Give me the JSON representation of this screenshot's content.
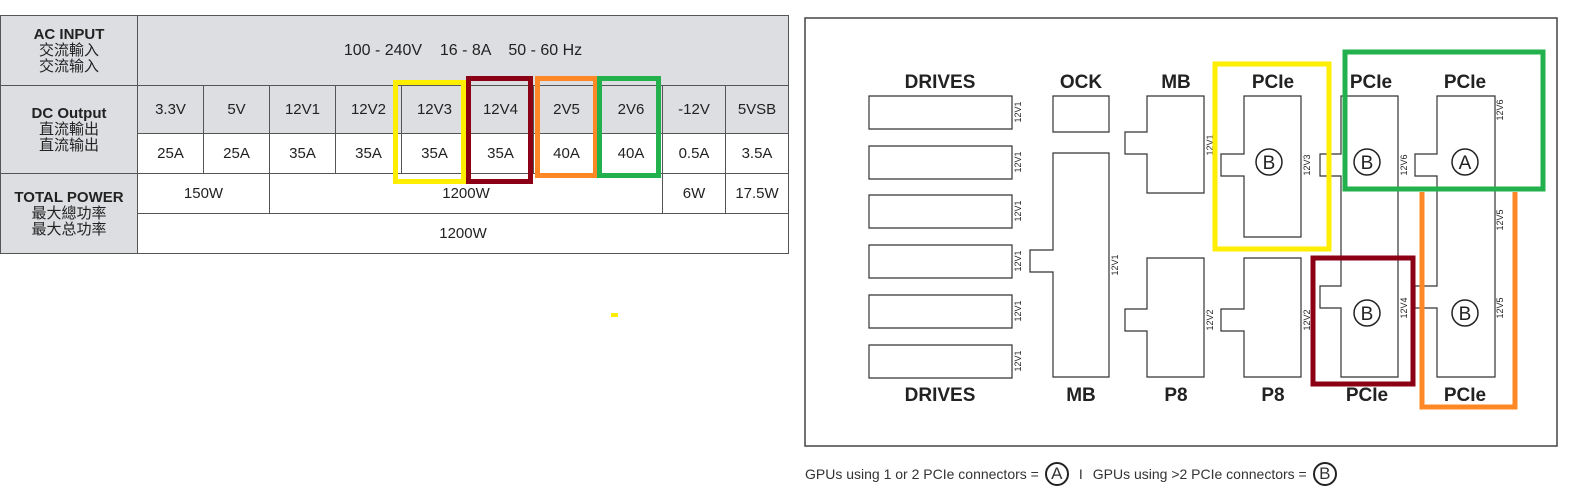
{
  "table": {
    "ac": {
      "title": "AC INPUT",
      "sub1": "交流輸入",
      "sub2": "交流输入",
      "value": "100 - 240V    16 - 8A    50 - 60 Hz"
    },
    "dc": {
      "title": "DC Output",
      "sub1": "直流輸出",
      "sub2": "直流输出",
      "rails": [
        "3.3V",
        "5V",
        "12V1",
        "12V2",
        "12V3",
        "12V4",
        "2V5",
        "2V6",
        "-12V",
        "5VSB"
      ],
      "amps": [
        "25A",
        "25A",
        "35A",
        "35A",
        "35A",
        "35A",
        "40A",
        "40A",
        "0.5A",
        "3.5A"
      ]
    },
    "total": {
      "title": "TOTAL POWER",
      "sub1": "最大總功率",
      "sub2": "最大总功率",
      "w1": "150W",
      "w2": "1200W",
      "w3": "6W",
      "w4": "17.5W",
      "combined": "1200W"
    }
  },
  "highlight_colors": {
    "12V3": "#ffee00",
    "12V4": "#8b0015",
    "2V5": "#ff8826",
    "2V6": "#22b14c"
  },
  "diagram": {
    "top_labels": [
      "DRIVES",
      "OCK",
      "MB",
      "PCIe",
      "PCIe",
      "PCIe"
    ],
    "bottom_labels": [
      "DRIVES",
      "MB",
      "P8",
      "P8",
      "PCIe",
      "PCIe"
    ],
    "drive_rail": "12V1",
    "rails": {
      "mb_long": "12V1",
      "mb_top": "12V1",
      "pcie1": "12V3",
      "p8a": "12V2",
      "p8b": "12V2",
      "pcie2_top": "12V6",
      "pcie2_bot": "12V4",
      "pcie3_top": "12V6",
      "pcie3_mid": "12V5",
      "pcie3_bot": "12V5"
    },
    "circles": [
      "B",
      "B",
      "A",
      "B",
      "B"
    ]
  },
  "legend": {
    "text1": "GPUs using 1 or 2 PCIe connectors =",
    "a": "A",
    "sep": "I",
    "text2": "GPUs using >2 PCIe connectors =",
    "b": "B"
  }
}
